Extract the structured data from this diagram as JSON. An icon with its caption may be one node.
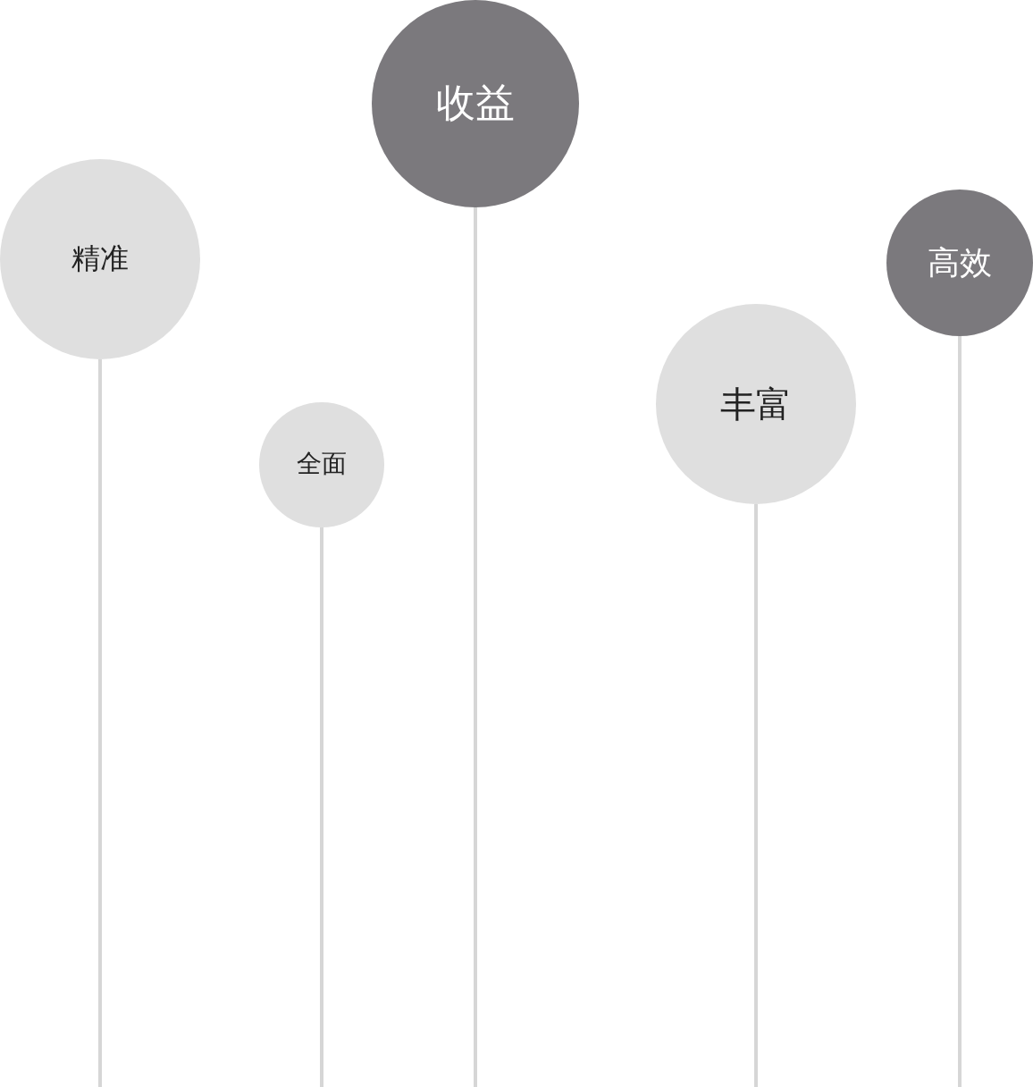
{
  "diagram": {
    "nodes": [
      {
        "text": [
          "精准"
        ]
      },
      {
        "text": [
          "全面"
        ]
      },
      {
        "text": [
          "收益"
        ]
      },
      {
        "text": [
          "丰富"
        ]
      },
      {
        "text": [
          "高效"
        ]
      }
    ],
    "edges": [
      {
        "from": 0,
        "to": null,
        "arrow": "none"
      },
      {
        "from": 1,
        "to": null,
        "arrow": "none"
      },
      {
        "from": 2,
        "to": null,
        "arrow": "none"
      },
      {
        "from": 3,
        "to": null,
        "arrow": "none"
      },
      {
        "from": 4,
        "to": null,
        "arrow": "none"
      }
    ]
  }
}
